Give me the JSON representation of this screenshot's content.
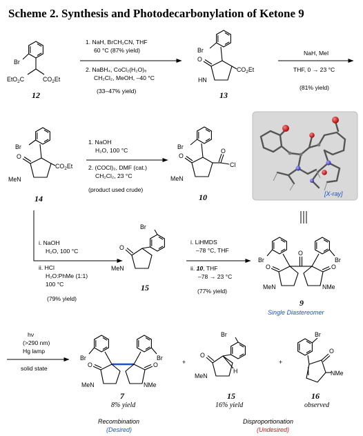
{
  "title": "Scheme 2. Synthesis and Photodecarbonylation of Ketone 9",
  "compounds": {
    "c12": "12",
    "c13": "13",
    "c14": "14",
    "c10": "10",
    "c15": "15",
    "c9": "9",
    "c7": "7",
    "c15b": "15",
    "c16": "16"
  },
  "atom_labels": {
    "br": "Br",
    "eto2c": "EtO",
    "co2et": "CO",
    "et": "Et",
    "o": "O",
    "hn": "HN",
    "men": "MeN",
    "nme": "NMe",
    "cl": "Cl",
    "h": "H",
    "two": "2"
  },
  "conditions": {
    "step1_a": "1. NaH, BrCH₂CN, THF",
    "step1_b": "60 °C (87% yield)",
    "step1_c": "2. NaBH₄, CoCl₂(H₂O)₆",
    "step1_d": "CH₂Cl₂, MeOH, –40 °C",
    "step1_e": "(33–47% yield)",
    "step2_a": "NaH, MeI",
    "step2_b": "THF, 0 → 23 °C",
    "step2_c": "(81% yield)",
    "step3_a": "1. NaOH",
    "step3_b": "H₂O, 100 °C",
    "step3_c": "2. (COCl)₂, DMF (cat.)",
    "step3_d": "CH₂Cl₂, 23 °C",
    "step3_e": "(product used crude)",
    "step4_a": "i.  NaOH",
    "step4_b": "H₂O, 100 °C",
    "step4_c": "ii. HCl",
    "step4_d": "H₂O:PhMe (1:1)",
    "step4_e": "100 °C",
    "step4_f": "(79% yield)",
    "step5_a": "i. LiHMDS",
    "step5_b": "–78 °C, THF",
    "step5_c": "ii.",
    "step5_c2": "10",
    "step5_c3": ", THF",
    "step5_d": "–78 → 23 °C",
    "step5_e": "(77% yield)",
    "step6_a": "hν",
    "step6_b": "(>290 nm)",
    "step6_c": "Hg lamp",
    "step6_d": "solid state"
  },
  "notes": {
    "xray": "[X-ray]",
    "single_diastereomer": "Single Diastereomer",
    "yield7": "8% yield",
    "yield15": "16% yield",
    "observed16": "observed",
    "recombination": "Recombination",
    "desired": "(Desired)",
    "disproportionation": "Disproportionation",
    "undesired": "(Undesired)"
  },
  "colors": {
    "blue": "#1a4fd6",
    "red": "#d8141e",
    "xray_bg": "#d9d9d9"
  }
}
